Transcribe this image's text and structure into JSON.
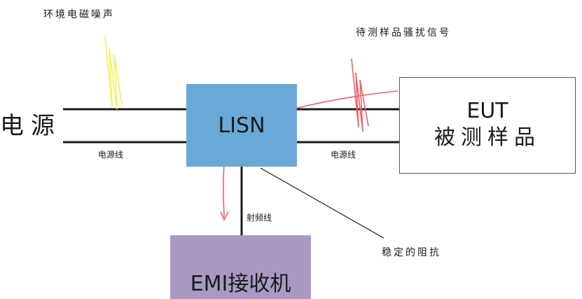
{
  "diagram": {
    "power_source": "电源",
    "ambient_noise": "环境电磁噪声",
    "power_line_left": "电源线",
    "power_line_right": "电源线",
    "lisn": "LISN",
    "eut_label": "EUT",
    "eut_name": "被测样品",
    "eut_signal": "待测样品骚扰信号",
    "rf_cable": "射频线",
    "stable_impedance": "稳定的阻抗",
    "receiver": "EMI接收机"
  },
  "colors": {
    "line": "#1a1a1a",
    "lisn_fill": "#6aa8d8",
    "receiver_fill": "#a999c4",
    "noise_yellow": "#f3f35a",
    "signal_red": "#f06060"
  }
}
